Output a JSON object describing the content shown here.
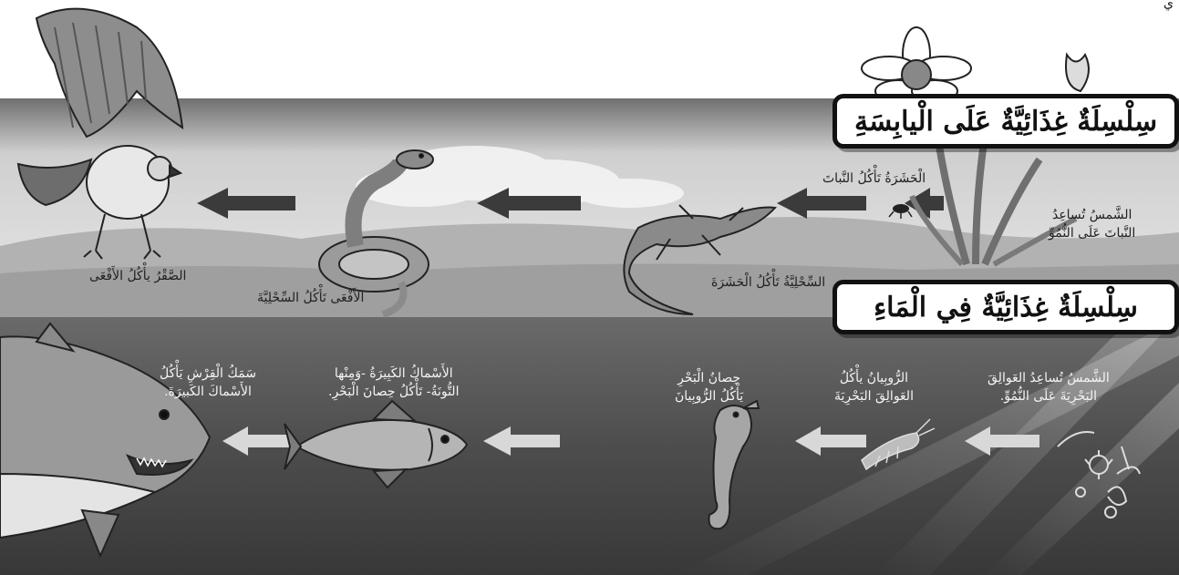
{
  "land_chain": {
    "title": "سِلْسِلَةٌ غِذَائِيَّةٌ عَلَى الْيابِسَةِ",
    "labels": {
      "sun": [
        "الشَّمسُ تُساعِدُ",
        "النَّباتَ عَلَى النُّمُوِّ"
      ],
      "insect": "الْحَشَرَةُ تَأْكُلُ النَّباتَ",
      "lizard": "السِّحْلِيَّةُ تَأْكُلُ الْحَشَرَةَ",
      "snake": "الأَفْعَى تَأْكُلُ السِّحْلِيَّةَ",
      "hawk": "الصَّقْرُ يأْكُلُ الأَفْعَى"
    }
  },
  "water_chain": {
    "title": "سِلْسِلَةٌ غِذَائِيَّةٌ فِي الْمَاءِ",
    "labels": {
      "sun": [
        "الشَّمسُ تُساعِدُ العَوالِقَ",
        "البَحْرِيَةَ عَلَى النُّمُوِّ."
      ],
      "shrimp": [
        "الرُّوبِيانُ يأْكُلُ",
        "العَوالِقَ البَحْرِيَةَ"
      ],
      "seahorse": [
        "حِصانُ الْبَحْرِ",
        "يَأْكُلُ الرُّوبِيانَ"
      ],
      "tuna": [
        "الأَسْماكُ الكَبِيرَةُ -وَمِنْها",
        "التُّونَةُ- تَأْكُلُ حِصانَ الْبَحْرِ."
      ],
      "shark": [
        "سَمَكُ الْقِرْشِ يَأْكُلُ",
        "الأَسْماكَ الكَبيرَةَ."
      ]
    }
  },
  "top_mark": "ي",
  "colors": {
    "sky_top": "#7d7d7d",
    "sky_mid": "#d9d9d9",
    "sea_top": "#5e5e5e",
    "sea_bottom": "#3a3a3a",
    "arrow": "#3b3b3b",
    "arrow_sea": "#d8d8d8",
    "title_border": "#111111"
  },
  "icons": [
    "hawk-icon",
    "snake-icon",
    "lizard-icon",
    "insect-icon",
    "plant-icon",
    "flower-icon",
    "shark-icon",
    "tuna-icon",
    "seahorse-icon",
    "shrimp-icon",
    "plankton-icon"
  ]
}
